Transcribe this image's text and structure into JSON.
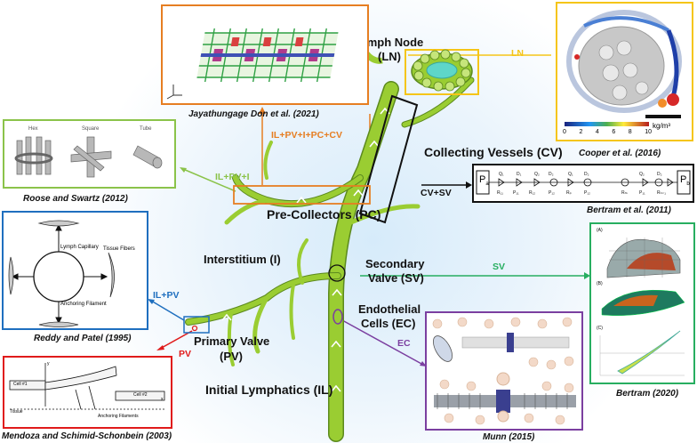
{
  "colors": {
    "vessel": "#9acd32",
    "vessel_dark": "#5c8a1e",
    "orange": "#e67e22",
    "green_light": "#8bc34a",
    "green_dark": "#27ae60",
    "blue": "#1f6fbf",
    "red": "#e01b1b",
    "purple": "#7b3fa0",
    "yellow": "#f5c518",
    "black": "#111111"
  },
  "labels": {
    "lymph_node": "Lymph Node",
    "lymph_node_abbr": "(LN)",
    "collecting_vessels": "Collecting Vessels (CV)",
    "pre_collectors": "Pre-Collectors (PC)",
    "interstitium": "Interstitium (I)",
    "secondary_valve_1": "Secondary",
    "secondary_valve_2": "Valve (SV)",
    "endothelial_1": "Endothelial",
    "endothelial_2": "Cells (EC)",
    "primary_valve_1": "Primary Valve",
    "primary_valve_2": "(PV)",
    "initial_lymphatics": "Initial Lymphatics (IL)"
  },
  "tags": {
    "ln": "LN",
    "il_pv_i_pc_cv": "IL+PV+I+PC+CV",
    "il_pv_i": "IL+PV+I",
    "cv_sv": "CV+SV",
    "sv": "SV",
    "il_pv": "IL+PV",
    "pv": "PV",
    "ec": "EC"
  },
  "citations": {
    "jayathungage": "Jayathungage Don et al. (2021)",
    "cooper": "Cooper et al. (2016)",
    "roose": "Roose and Swartz (2012)",
    "bertram2011": "Bertram et al. (2011)",
    "reddy": "Reddy and Patel (1995)",
    "bertram2020": "Bertram (2020)",
    "mendoza": "Mendoza and Schimid-Schonbein (2003)",
    "munn": "Munn (2015)"
  },
  "roose_panel": {
    "labels": [
      "Hex",
      "Square",
      "Tube"
    ]
  },
  "cooper_panel": {
    "colorbar_ticks": [
      "0",
      "2",
      "4",
      "6",
      "8",
      "10"
    ],
    "colorbar_unit": "kg/m³"
  },
  "bertram2011_panel": {
    "p_in": "P",
    "p_in_sub": "a",
    "p_out": "P",
    "p_out_sub": "b"
  },
  "reddy_panel": {
    "lymph_capillary": "Lymph Capillary",
    "tissue_fibers": "Tissue Fibers",
    "anchoring_filament": "Anchoring Filament"
  },
  "mendoza_panel": {
    "cell1": "Cell #1",
    "cell2": "Cell #2",
    "tissue": "Tissue",
    "anchoring": "Anchoring Filaments",
    "y": "y",
    "x": "x"
  },
  "bertram2020_panel": {
    "subfigs": [
      "(A)",
      "(B)",
      "(C)"
    ]
  }
}
